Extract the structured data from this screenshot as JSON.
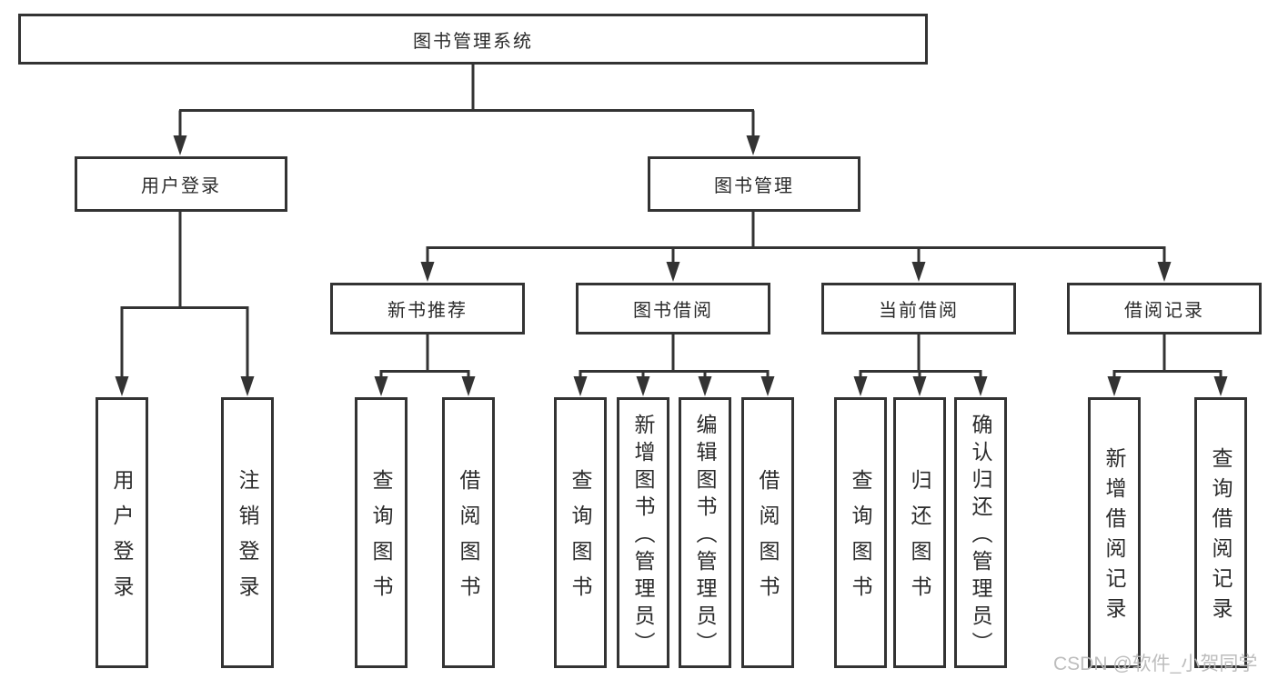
{
  "tree": {
    "root": {
      "label": "图书管理系统"
    },
    "branches": [
      {
        "label": "用户登录",
        "children": [
          {
            "label": "用户登录"
          },
          {
            "label": "注销登录"
          }
        ]
      },
      {
        "label": "图书管理",
        "children": [
          {
            "label": "新书推荐",
            "children": [
              {
                "label": "查询图书"
              },
              {
                "label": "借阅图书"
              }
            ]
          },
          {
            "label": "图书借阅",
            "children": [
              {
                "label": "查询图书"
              },
              {
                "label": "新增图书（管理员）"
              },
              {
                "label": "编辑图书（管理员）"
              },
              {
                "label": "借阅图书"
              }
            ]
          },
          {
            "label": "当前借阅",
            "children": [
              {
                "label": "查询图书"
              },
              {
                "label": "归还图书"
              },
              {
                "label": "确认归还（管理员）"
              }
            ]
          },
          {
            "label": "借阅记录",
            "children": [
              {
                "label": "新增借阅记录"
              },
              {
                "label": "查询借阅记录"
              }
            ]
          }
        ]
      }
    ]
  },
  "watermark": {
    "text": "CSDN @软件_小贺同学"
  },
  "colors": {
    "line": "#333333",
    "text": "#2b2b2b",
    "watermark": "#b9b9b9",
    "background": "#ffffff"
  }
}
